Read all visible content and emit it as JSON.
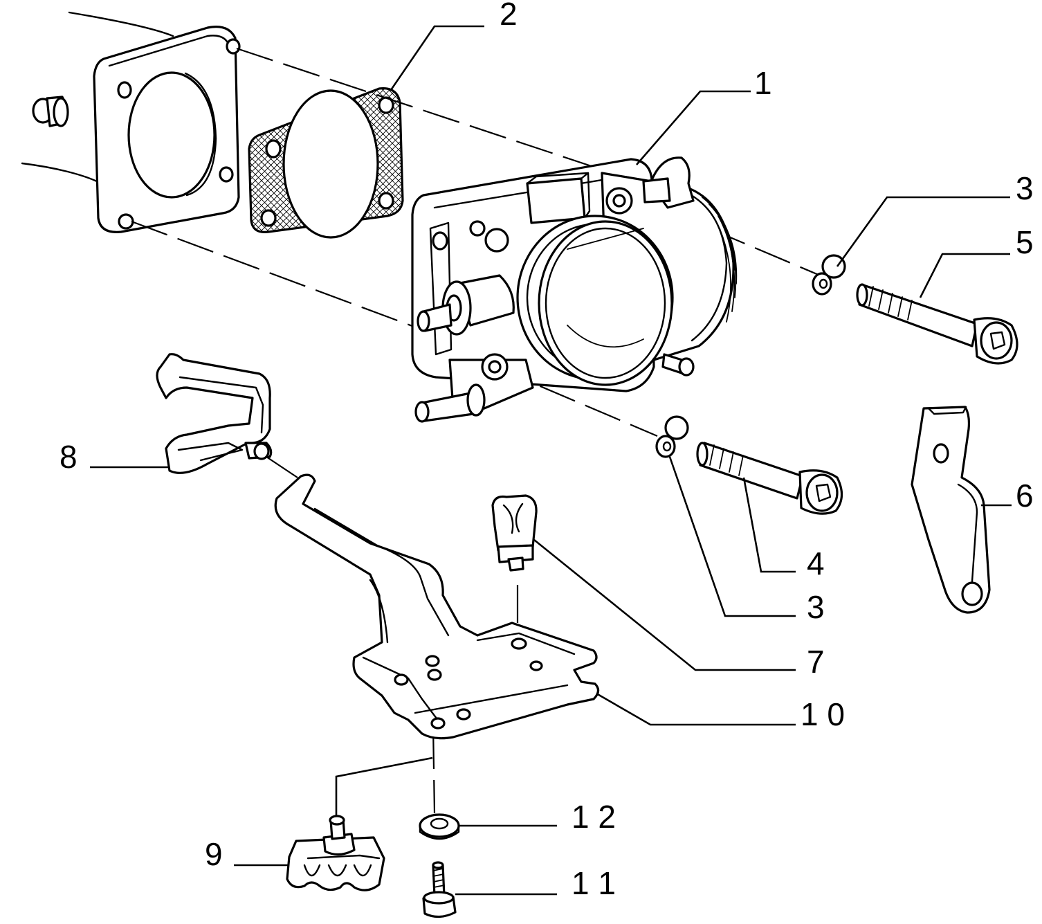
{
  "diagram": {
    "colors": {
      "line": "#000000",
      "background": "#ffffff"
    },
    "callouts": {
      "p1": "1",
      "p2": "2",
      "p3a": "3",
      "p3b": "3",
      "p4": "4",
      "p5": "5",
      "p6": "6",
      "p7": "7",
      "p8": "8",
      "p9": "9",
      "p10": "1 0",
      "p11": "1 1",
      "p12": "1 2"
    }
  }
}
